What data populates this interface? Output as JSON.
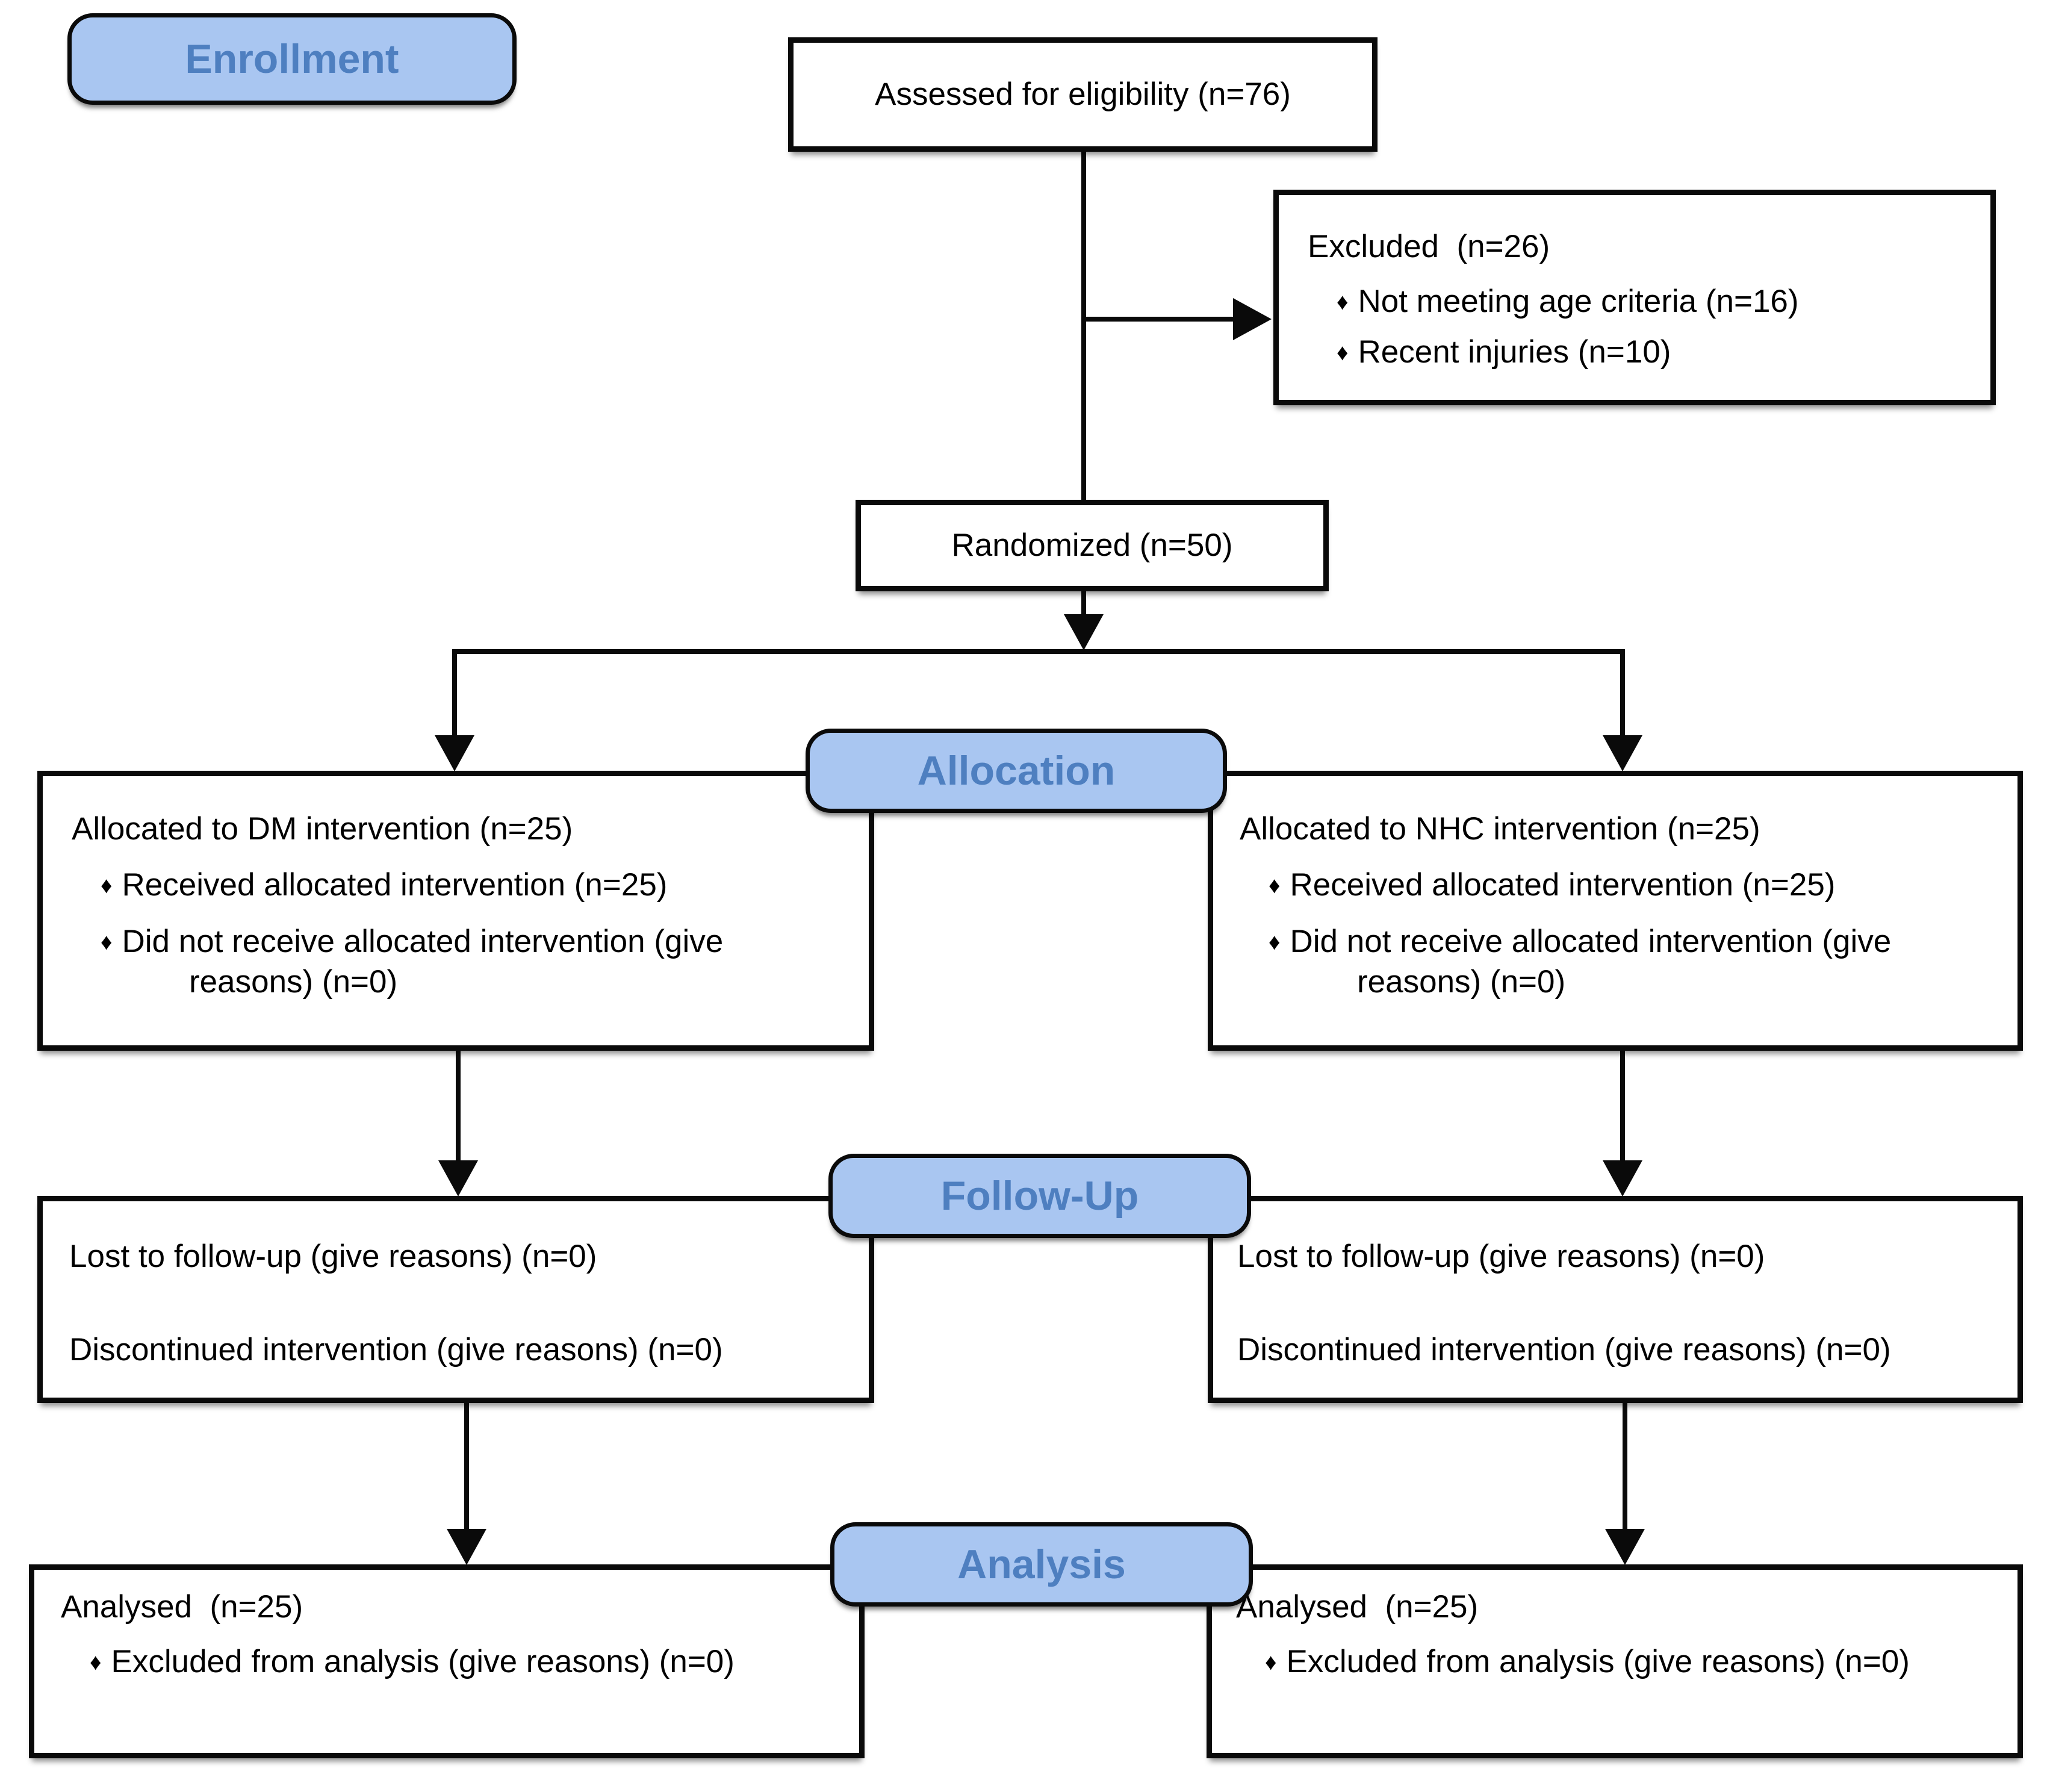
{
  "diagram": {
    "bullet_icon": "♦",
    "colors": {
      "label_fill": "#a9c6f1",
      "label_text": "#4e7fc0",
      "line": "#0a0a0a",
      "box_fill": "#ffffff",
      "text": "#000000",
      "canvas": "#ffffff"
    },
    "labels": {
      "enrollment": "Enrollment",
      "allocation": "Allocation",
      "followup": "Follow-Up",
      "analysis": "Analysis"
    },
    "assessed": {
      "text": "Assessed for eligibility (n=76)"
    },
    "excluded": {
      "title": "Excluded  (n=26)",
      "bullets": [
        "Not meeting age criteria (n=16)",
        "Recent injuries (n=10)"
      ]
    },
    "randomized": {
      "text": "Randomized (n=50)"
    },
    "allocation_left": {
      "title": "Allocated to DM intervention (n=25)",
      "bullets": [
        "Received allocated intervention (n=25)",
        "Did not receive allocated intervention (give reasons) (n=0)"
      ]
    },
    "allocation_right": {
      "title": "Allocated to NHC intervention (n=25)",
      "bullets": [
        "Received allocated intervention (n=25)",
        "Did not receive allocated intervention (give reasons) (n=0)"
      ]
    },
    "followup_left": {
      "line1": "Lost to follow-up (give reasons) (n=0)",
      "line2": "Discontinued intervention (give reasons) (n=0)"
    },
    "followup_right": {
      "line1": "Lost to follow-up (give reasons) (n=0)",
      "line2": "Discontinued intervention (give reasons) (n=0)"
    },
    "analysis_left": {
      "title": "Analysed  (n=25)",
      "bullets": [
        "Excluded from analysis (give reasons) (n=0)"
      ]
    },
    "analysis_right": {
      "title": "Analysed  (n=25)",
      "bullets": [
        "Excluded from analysis (give reasons) (n=0)"
      ]
    }
  }
}
